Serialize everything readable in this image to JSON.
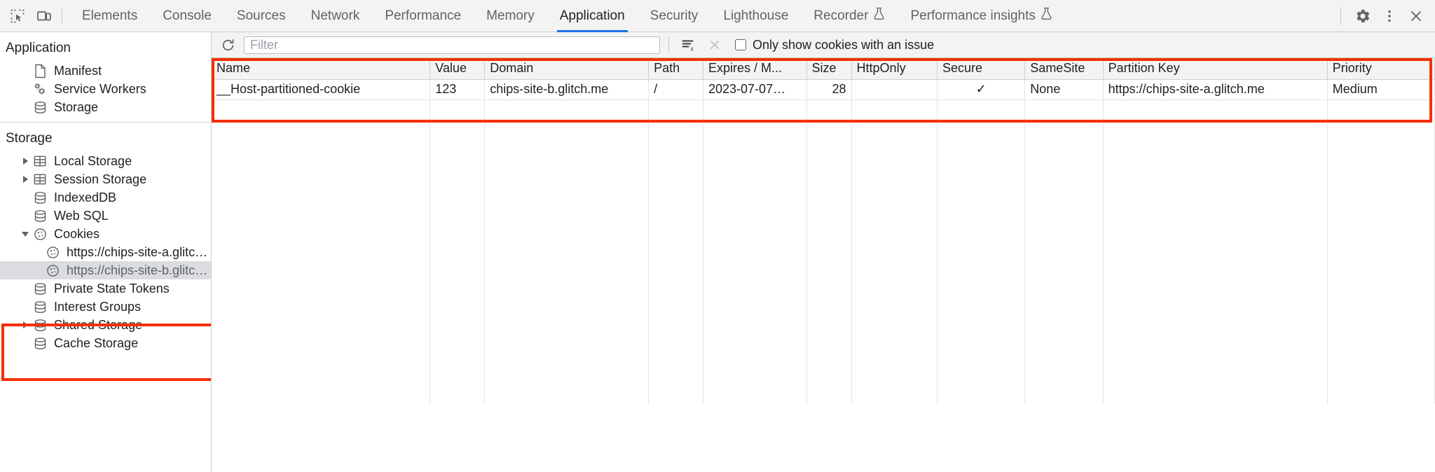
{
  "toolbar": {
    "inspect_icon": "inspect-cursor-icon",
    "device_icon": "device-toolbar-icon",
    "tabs": [
      {
        "label": "Elements",
        "selected": false,
        "experimental": false
      },
      {
        "label": "Console",
        "selected": false,
        "experimental": false
      },
      {
        "label": "Sources",
        "selected": false,
        "experimental": false
      },
      {
        "label": "Network",
        "selected": false,
        "experimental": false
      },
      {
        "label": "Performance",
        "selected": false,
        "experimental": false
      },
      {
        "label": "Memory",
        "selected": false,
        "experimental": false
      },
      {
        "label": "Application",
        "selected": true,
        "experimental": false
      },
      {
        "label": "Security",
        "selected": false,
        "experimental": false
      },
      {
        "label": "Lighthouse",
        "selected": false,
        "experimental": false
      },
      {
        "label": "Recorder",
        "selected": false,
        "experimental": true
      },
      {
        "label": "Performance insights",
        "selected": false,
        "experimental": true
      }
    ],
    "settings_icon": "gear-icon",
    "more_icon": "more-vertical-icon",
    "close_icon": "close-icon",
    "selected_tab_underline_color": "#1a73e8"
  },
  "sidebar": {
    "application_section": {
      "title": "Application",
      "items": [
        {
          "label": "Manifest",
          "icon": "document-icon",
          "twisty": "none"
        },
        {
          "label": "Service Workers",
          "icon": "gears-icon",
          "twisty": "none"
        },
        {
          "label": "Storage",
          "icon": "database-icon",
          "twisty": "none"
        }
      ]
    },
    "storage_section": {
      "title": "Storage",
      "items": [
        {
          "label": "Local Storage",
          "icon": "table-icon",
          "twisty": "collapsed",
          "indent": 1,
          "selected": false
        },
        {
          "label": "Session Storage",
          "icon": "table-icon",
          "twisty": "collapsed",
          "indent": 1,
          "selected": false
        },
        {
          "label": "IndexedDB",
          "icon": "database-icon",
          "twisty": "none",
          "indent": 1,
          "selected": false
        },
        {
          "label": "Web SQL",
          "icon": "database-icon",
          "twisty": "none",
          "indent": 1,
          "selected": false
        },
        {
          "label": "Cookies",
          "icon": "cookie-icon",
          "twisty": "expanded",
          "indent": 1,
          "selected": false
        },
        {
          "label": "https://chips-site-a.glitch.me",
          "icon": "cookie-icon",
          "twisty": "none",
          "indent": 2,
          "selected": false
        },
        {
          "label": "https://chips-site-b.glitch.me",
          "icon": "cookie-icon",
          "twisty": "none",
          "indent": 2,
          "selected": true
        },
        {
          "label": "Private State Tokens",
          "icon": "database-icon",
          "twisty": "none",
          "indent": 1,
          "selected": false
        },
        {
          "label": "Interest Groups",
          "icon": "database-icon",
          "twisty": "none",
          "indent": 1,
          "selected": false
        },
        {
          "label": "Shared Storage",
          "icon": "database-icon",
          "twisty": "collapsed",
          "indent": 1,
          "selected": false
        },
        {
          "label": "Cache Storage",
          "icon": "database-icon",
          "twisty": "none",
          "indent": 1,
          "selected": false
        }
      ]
    },
    "highlight_color": "#f52f00"
  },
  "cookie_toolbar": {
    "refresh_icon": "refresh-icon",
    "filter_placeholder": "Filter",
    "filter_value": "",
    "clear_filter_icon": "clear-filter-icon",
    "clear_all_icon": "clear-all-cookies-icon",
    "issue_checkbox_label": "Only show cookies with an issue",
    "issue_checkbox_checked": false
  },
  "cookie_table": {
    "columns": [
      "Name",
      "Value",
      "Domain",
      "Path",
      "Expires / M...",
      "Size",
      "HttpOnly",
      "Secure",
      "SameSite",
      "Partition Key",
      "Priority"
    ],
    "rows": [
      {
        "name": "__Host-partitioned-cookie",
        "value": "123",
        "domain": "chips-site-b.glitch.me",
        "path": "/",
        "expires": "2023-07-07…",
        "size": "28",
        "http_only": "",
        "secure": "✓",
        "same_site": "None",
        "partition_key": "https://chips-site-a.glitch.me",
        "priority": "Medium"
      }
    ],
    "highlight_color": "#f52f00"
  }
}
